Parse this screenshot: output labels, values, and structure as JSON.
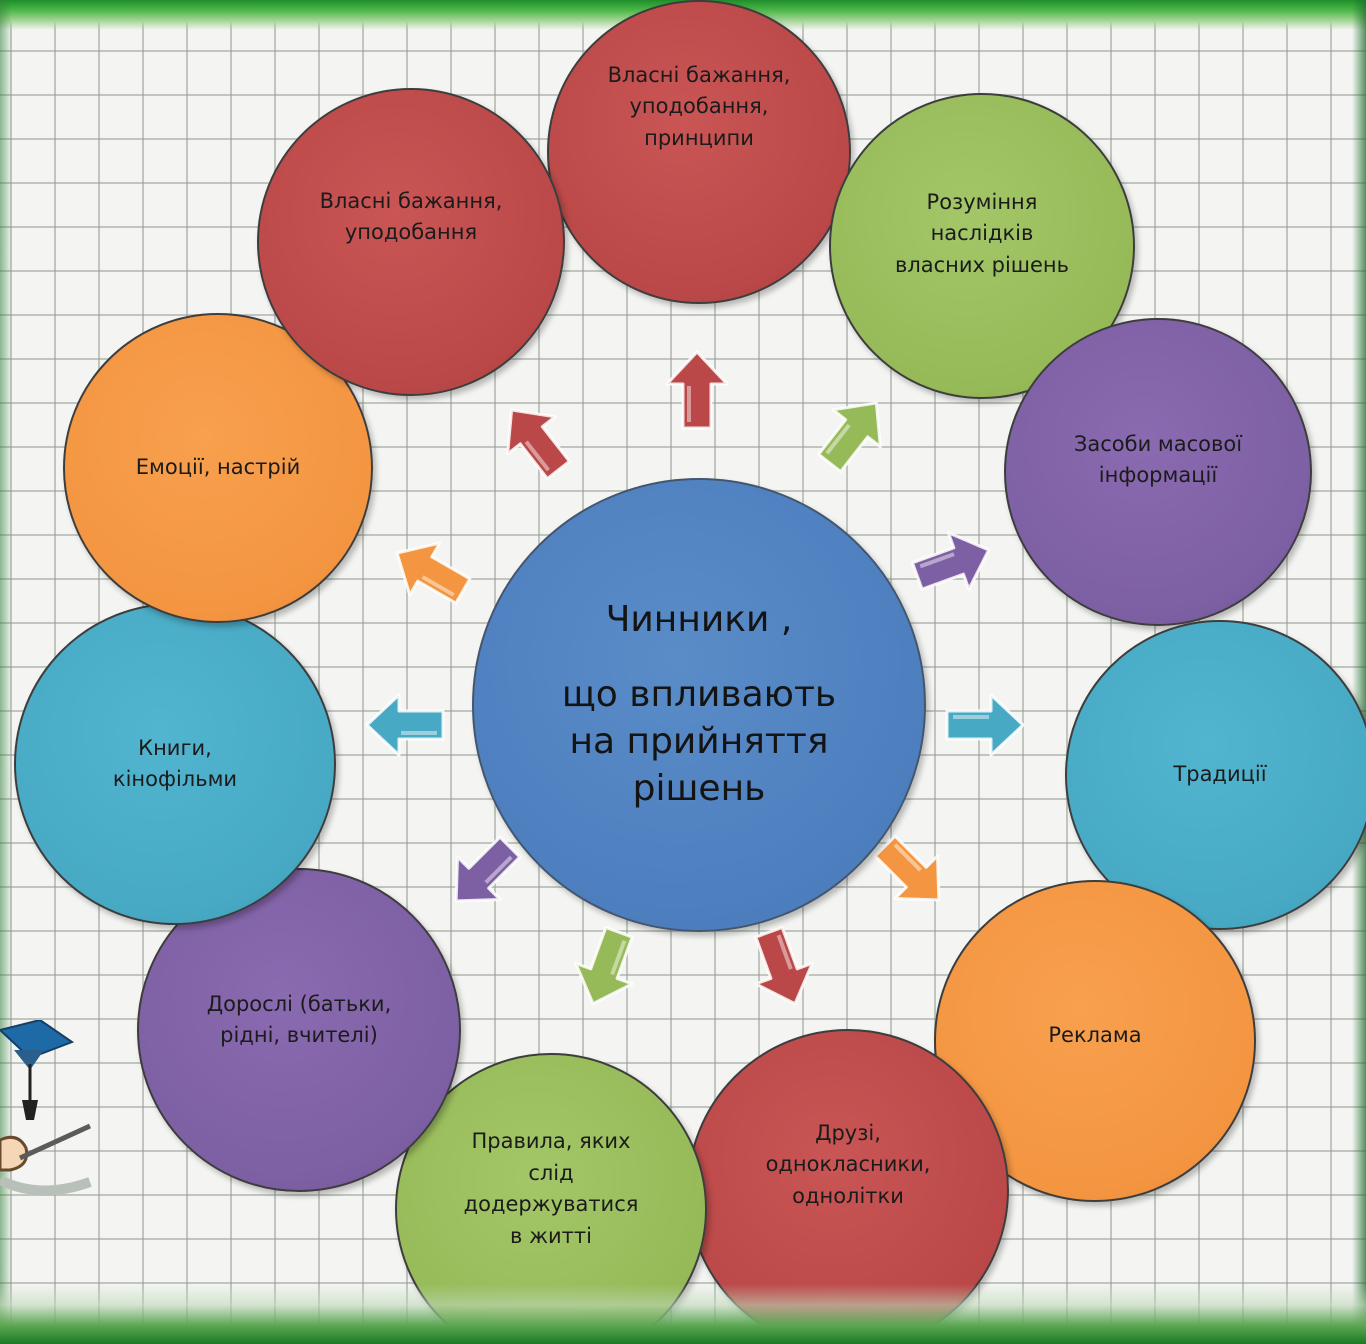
{
  "center": {
    "line1": "Чинники ,",
    "line2": "що впливають\nна прийняття\nрішень"
  },
  "factors": [
    {
      "label": "Власні бажання,\nуподобання,\nпринципи"
    },
    {
      "label": "Розуміння\nнаслідків\nвласних рішень"
    },
    {
      "label": "Засоби масової\nінформації"
    },
    {
      "label": "Традиції"
    },
    {
      "label": "Реклама"
    },
    {
      "label": "Друзі,\nоднокласники,\nоднолітки"
    },
    {
      "label": "Правила, яких\nслід\nдодержуватися\nв житті"
    },
    {
      "label": "Дорослі  (батьки,\nрідні, вчителі)"
    },
    {
      "label": "Книги,\nкінофільми"
    },
    {
      "label": "Емоції, настрій"
    },
    {
      "label": "Власні бажання,\nуподобання"
    }
  ],
  "colors": {
    "red": "#bb4848",
    "green": "#96ba58",
    "purple": "#7d5fa3",
    "teal": "#47a9c4",
    "orange": "#f39541",
    "center": "#4d7fbf"
  },
  "arrows": [
    {
      "color": "red",
      "icon": "arrow-icon"
    },
    {
      "color": "green",
      "icon": "arrow-icon"
    },
    {
      "color": "purple",
      "icon": "arrow-icon"
    },
    {
      "color": "teal",
      "icon": "arrow-icon"
    },
    {
      "color": "orange",
      "icon": "arrow-icon"
    },
    {
      "color": "red",
      "icon": "arrow-icon"
    },
    {
      "color": "green",
      "icon": "arrow-icon"
    },
    {
      "color": "purple",
      "icon": "arrow-icon"
    },
    {
      "color": "teal",
      "icon": "arrow-icon"
    },
    {
      "color": "orange",
      "icon": "arrow-icon"
    },
    {
      "color": "red",
      "icon": "arrow-icon"
    }
  ]
}
